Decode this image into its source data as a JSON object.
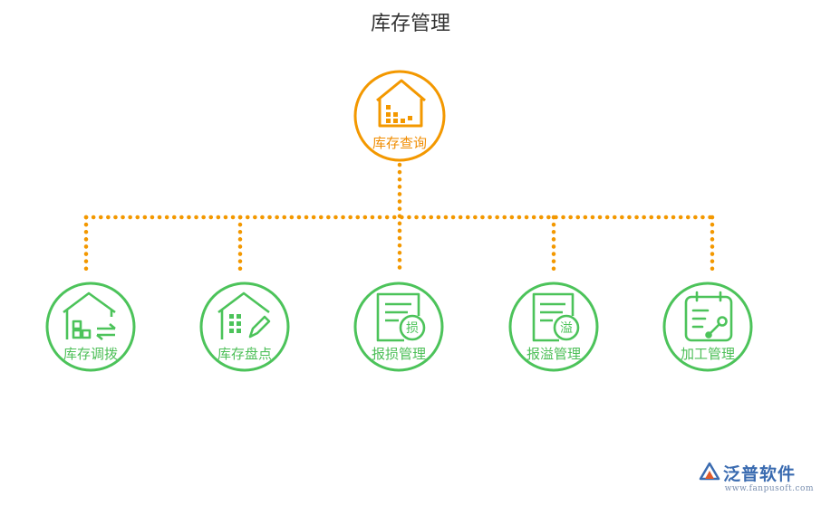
{
  "title": "库存管理",
  "colors": {
    "root": "#f39800",
    "child": "#4cc35a",
    "connector": "#f39800"
  },
  "root": {
    "label": "库存查询",
    "icon": "warehouse-chart-icon"
  },
  "children": [
    {
      "label": "库存调拨",
      "icon": "warehouse-transfer-icon"
    },
    {
      "label": "库存盘点",
      "icon": "warehouse-check-icon"
    },
    {
      "label": "报损管理",
      "icon": "document-loss-icon",
      "badge": "损"
    },
    {
      "label": "报溢管理",
      "icon": "document-overflow-icon",
      "badge": "溢"
    },
    {
      "label": "加工管理",
      "icon": "clipboard-wrench-icon"
    }
  ],
  "logo": {
    "name": "泛普软件",
    "url": "www.fanpusoft.com"
  }
}
